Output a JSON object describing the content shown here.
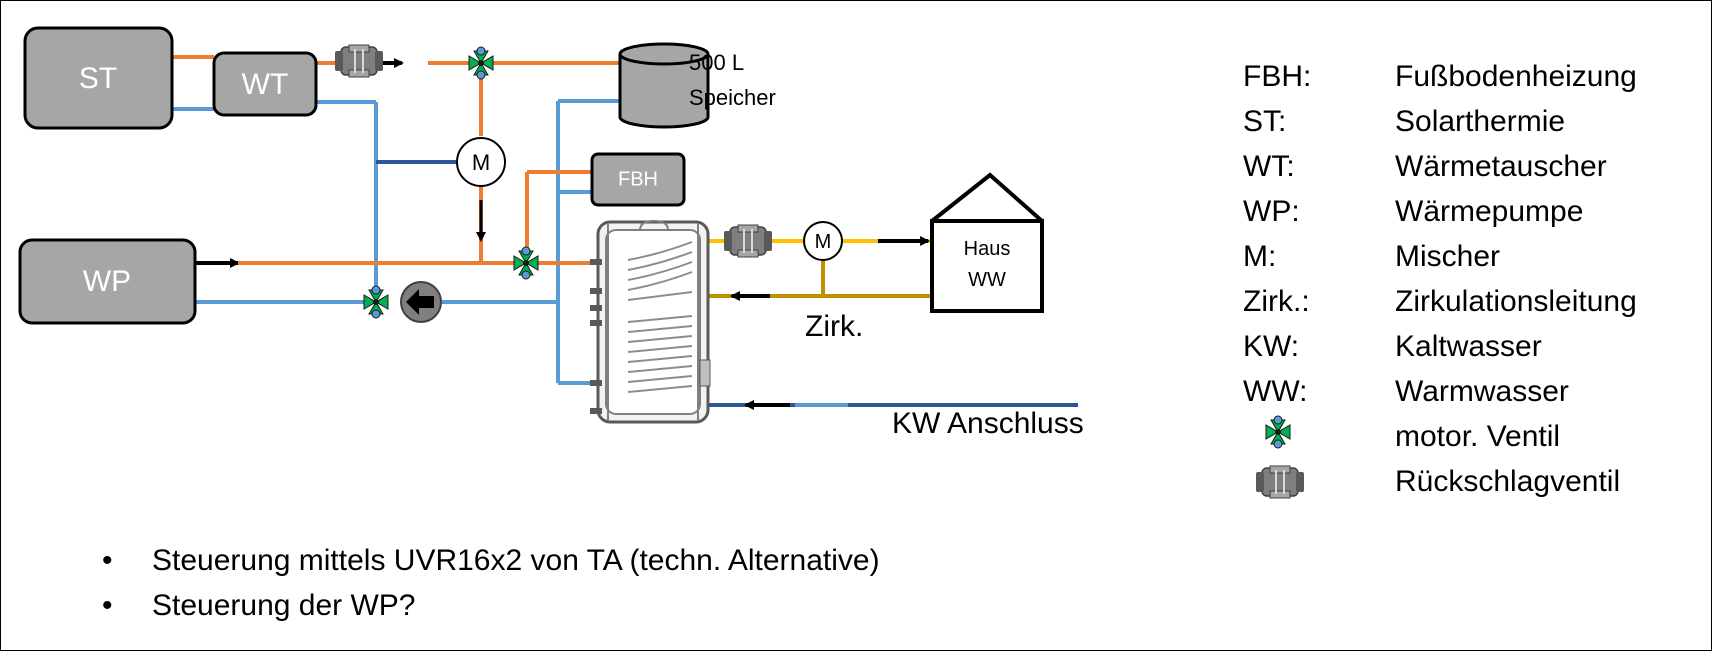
{
  "diagram": {
    "boxes": {
      "st": "ST",
      "wt": "WT",
      "wp": "WP",
      "fbh": "FBH",
      "haus_line1": "Haus",
      "haus_line2": "WW",
      "mixer_top": "M",
      "mixer_dhw": "M"
    },
    "storage_label_line1": "500 L",
    "storage_label_line2": "Speicher",
    "zirk_label": "Zirk.",
    "kw_label": "KW Anschluss"
  },
  "legend": [
    {
      "abbr": "FBH:",
      "text": "Fußbodenheizung"
    },
    {
      "abbr": "ST:",
      "text": "Solarthermie"
    },
    {
      "abbr": "WT:",
      "text": "Wärmetauscher"
    },
    {
      "abbr": "WP:",
      "text": "Wärmepumpe"
    },
    {
      "abbr": "M:",
      "text": "Mischer"
    },
    {
      "abbr": "Zirk.:",
      "text": "Zirkulationsleitung"
    },
    {
      "abbr": "KW:",
      "text": "Kaltwasser"
    },
    {
      "abbr": "WW:",
      "text": "Warmwasser"
    },
    {
      "abbr": "",
      "icon": "motorized-valve-icon",
      "text": "motor. Ventil"
    },
    {
      "abbr": "",
      "icon": "check-valve-icon",
      "text": "Rückschlagventil"
    }
  ],
  "notes": [
    "Steuerung mittels UVR16x2 von TA (techn. Alternative)",
    "Steuerung der WP?"
  ],
  "colors": {
    "hot_pipe": "#ED7D31",
    "cold_pipe": "#5B9BD5",
    "dark_blue_pipe": "#2F5597",
    "dhw_pipe": "#FFC000",
    "circulation_pipe": "#BF9000",
    "box_fill": "#A6A6A6",
    "valve_green": "#00B050",
    "valve_blue": "#5B9BD5"
  }
}
